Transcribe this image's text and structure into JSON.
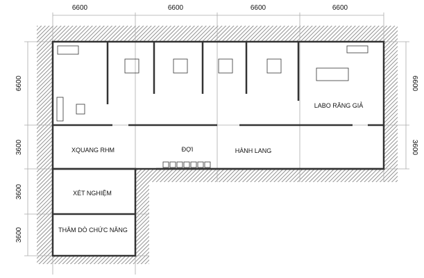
{
  "dimensions": {
    "top": [
      "6600",
      "6600",
      "6600",
      "6600"
    ],
    "left": [
      "6600",
      "3600",
      "3600",
      "3600"
    ],
    "right": [
      "6600",
      "3600"
    ]
  },
  "rooms": {
    "labo": "LABO RĂNG GIẢ",
    "xquang": "XQUANG RHM",
    "doi": "ĐỢI",
    "hanh_lang": "HÀNH LANG",
    "xet_nghiem": "XÉT NGHIỆM",
    "tham_do": "THĂM DÒ CHỨC NĂNG"
  },
  "colors": {
    "wall": "#333333",
    "hatch": "#888888",
    "grid": "#999999"
  }
}
